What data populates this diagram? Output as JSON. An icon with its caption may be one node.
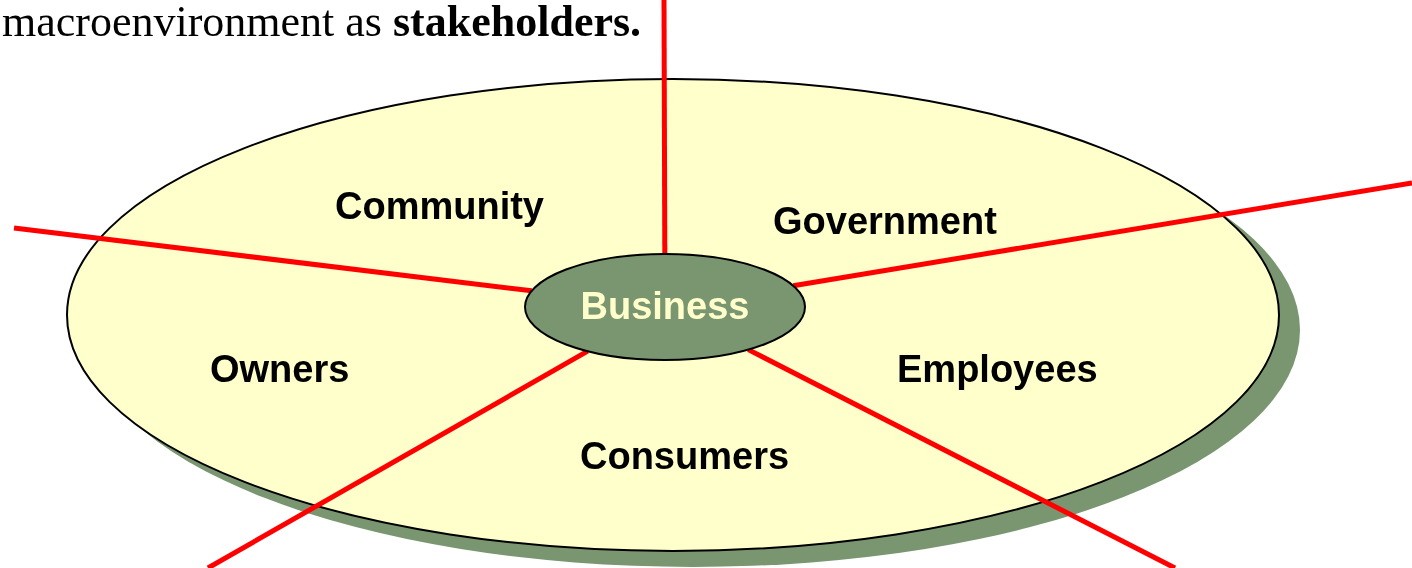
{
  "diagram": {
    "title": "macroenvironment as **stakeholders.**",
    "nodes": [
      {
        "text": [
          "Community",
          "Government",
          "Owners",
          "Employees",
          "Consumers"
        ]
      },
      {
        "text": [
          "Business"
        ],
        "in": 0
      }
    ],
    "edges": [
      {
        "from": 1,
        "to": null,
        "arrow": "none"
      },
      {
        "from": 1,
        "to": null,
        "arrow": "none"
      },
      {
        "from": 1,
        "to": null,
        "arrow": "none"
      },
      {
        "from": 1,
        "to": null,
        "arrow": "none"
      },
      {
        "from": 1,
        "to": null,
        "arrow": "none"
      }
    ]
  }
}
